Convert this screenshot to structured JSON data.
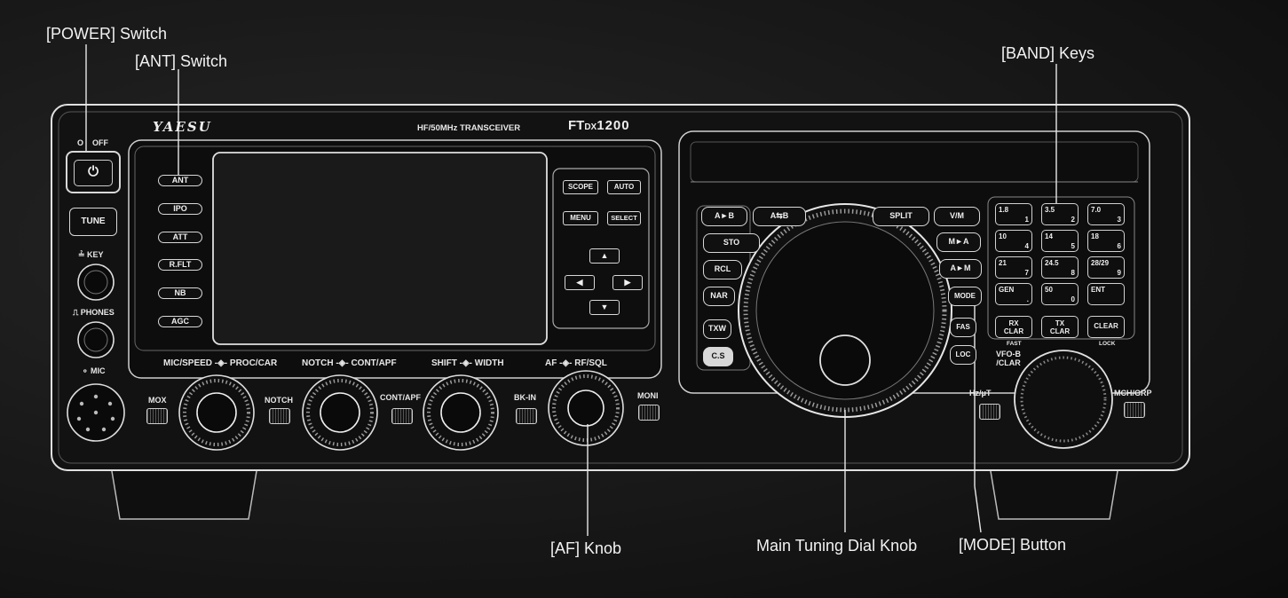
{
  "callouts": {
    "power_switch": "[POWER] Switch",
    "ant_switch": "[ANT] Switch",
    "band_keys": "[BAND] Keys",
    "af_knob": "[AF] Knob",
    "main_dial": "Main Tuning Dial Knob",
    "mode_button": "[MODE] Button"
  },
  "radio": {
    "brand": "YAESU",
    "subtitle": "HF/50MHz TRANSCEIVER",
    "model_prefix": "FT",
    "model_dx": "DX",
    "model_number": "1200",
    "power_on": "O",
    "power_off": "OFF",
    "power_icon": "⏻",
    "tune": "TUNE",
    "key_jack": "≟ KEY",
    "phones_jack": "⎍ PHONES",
    "mic_jack": "⚬ MIC",
    "left_buttons": [
      "ANT",
      "IPO",
      "ATT",
      "R.FLT",
      "NB",
      "AGC"
    ],
    "display_buttons": {
      "scope": "SCOPE",
      "auto": "AUTO",
      "menu": "MENU",
      "select": "SELECT"
    },
    "arrows": {
      "up": "▲",
      "left": "◀",
      "right": "▶",
      "down": "▼"
    },
    "knob_labels": {
      "mic_speed": "MIC/SPEED -◈- PROC/CAR",
      "notch": "NOTCH -◈- CONT/APF",
      "shift": "SHIFT -◈- WIDTH",
      "af": "AF -◈- RF/SQL"
    },
    "bottom_buttons": {
      "mox": "MOX",
      "notch": "NOTCH",
      "cont_apf": "CONT/APF",
      "bk_in": "BK-IN",
      "moni": "MONI"
    },
    "vfo_buttons": {
      "a_to_b": "A►B",
      "a_swap_b": "A⇆B",
      "split": "SPLIT",
      "v_m": "V/M",
      "m_to_a": "M►A",
      "a_to_m": "A►M",
      "mode": "MODE",
      "fast": "FAS",
      "lock": "LOC"
    },
    "memory_buttons": {
      "sto": "STO",
      "rcl": "RCL",
      "nar": "NAR",
      "txw": "TXW",
      "cs": "C.S"
    },
    "band_keys": [
      {
        "top": "1.8",
        "bottom": "1"
      },
      {
        "top": "3.5",
        "bottom": "2"
      },
      {
        "top": "7.0",
        "bottom": "3"
      },
      {
        "top": "10",
        "bottom": "4"
      },
      {
        "top": "14",
        "bottom": "5"
      },
      {
        "top": "18",
        "bottom": "6"
      },
      {
        "top": "21",
        "bottom": "7"
      },
      {
        "top": "24.5",
        "bottom": "8"
      },
      {
        "top": "28/29",
        "bottom": "9"
      },
      {
        "top": "GEN",
        "bottom": "."
      },
      {
        "top": "50",
        "bottom": "0"
      },
      {
        "top": "ENT",
        "bottom": ""
      }
    ],
    "clar_buttons": {
      "rx": "RX CLAR",
      "tx": "TX CLAR",
      "clear": "CLEAR",
      "fast": "FAST",
      "lock": "LOCK"
    },
    "vfo_b_label": "VFO-B /CLAR",
    "hz_ut": "Hz/μT",
    "mch_grp": "MCH/GRP"
  }
}
